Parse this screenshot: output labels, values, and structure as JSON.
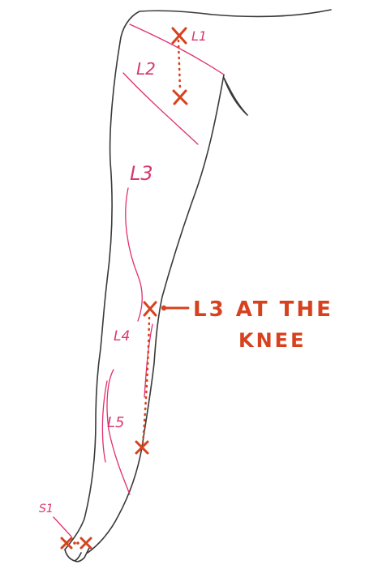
{
  "colors": {
    "outline": "#3a3a3a",
    "dermatome_line": "#e0306f",
    "dermatome_label": "#d8386e",
    "marker": "#d7421e"
  },
  "dermatome_labels": {
    "l1": "L1",
    "l2": "L2",
    "l3": "L3",
    "l4": "L4",
    "l5": "L5",
    "s1": "S1"
  },
  "annotation": {
    "line1": "L3 AT THE",
    "line2": "KNEE"
  },
  "markers": [
    {
      "name": "l1-marker-top",
      "segment": "L1"
    },
    {
      "name": "l2-marker-bottom",
      "segment": "L2"
    },
    {
      "name": "knee-marker",
      "segment": "L3"
    },
    {
      "name": "ankle-marker",
      "segment": "L5"
    },
    {
      "name": "toe-marker-1",
      "segment": "S1"
    },
    {
      "name": "toe-marker-2",
      "segment": "S1"
    }
  ]
}
